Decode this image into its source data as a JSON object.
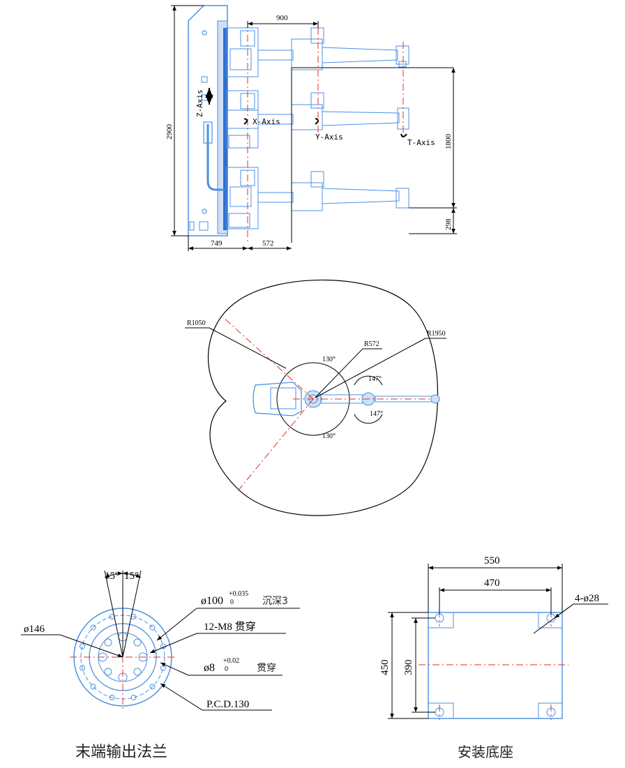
{
  "side_view": {
    "dims": {
      "d900": "900",
      "d2900": "2900",
      "d1800": "1800",
      "d298": "298",
      "d749": "749",
      "d572": "572"
    },
    "axes": {
      "z": "Z-Axis",
      "x": "X-Axis",
      "y": "Y-Axis",
      "t": "T-Axis"
    }
  },
  "top_view": {
    "labels": {
      "r1050": "R1050",
      "r572": "R572",
      "r1950": "R1950",
      "a130_top": "130°",
      "a130_bot": "130°",
      "a147_top": "147°",
      "a147_bot": "147°"
    }
  },
  "flange": {
    "ang1": "15°",
    "ang2": "15°",
    "phi146": "ø146",
    "phi100": "ø100",
    "phi100_tol": "+0.035",
    "phi100_tol0": "0",
    "phi100_note": "沉深3",
    "m8": "12-M8 贯穿",
    "phi8": "ø8",
    "phi8_tol": "+0.02",
    "phi8_tol0": "0",
    "phi8_note": "贯穿",
    "pcd": "P.C.D.130",
    "caption": "末端输出法兰"
  },
  "base": {
    "d550": "550",
    "d470": "470",
    "holes": "4-ø28",
    "d450": "450",
    "d390": "390",
    "caption": "安装底座"
  },
  "colors": {
    "outline": "#4a90e2",
    "centerline": "#e0302a",
    "dimension": "#000000"
  }
}
